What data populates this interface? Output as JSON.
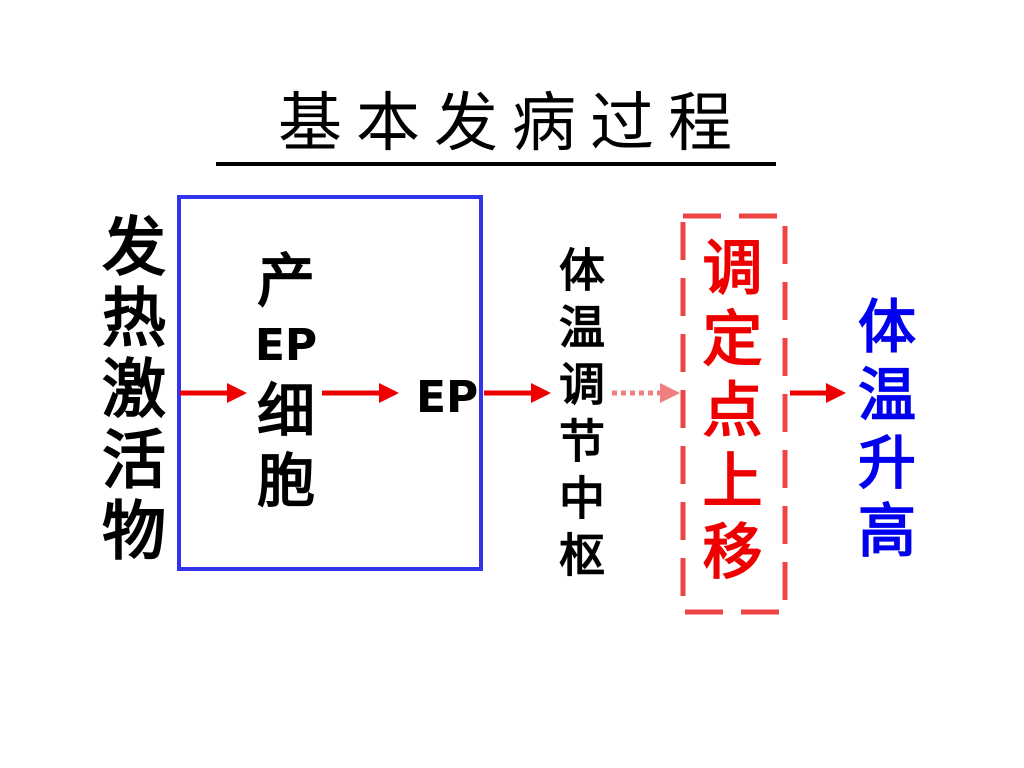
{
  "title": "基本发病过程",
  "nodes": {
    "stimulus": "发热激活物",
    "producer": {
      "line1": "产",
      "line2": "EP",
      "line3": "细",
      "line4": "胞"
    },
    "ep": "EP",
    "center": "体温调节中枢",
    "setpoint": "调定点上移",
    "result": "体温升高"
  },
  "colors": {
    "arrow": "#ee0000",
    "box_border": "#3333ee",
    "setpoint_text": "#ee0000",
    "setpoint_border": "#ee4444",
    "result_text": "#0000ee",
    "dotted_arrow": "#f08080"
  }
}
